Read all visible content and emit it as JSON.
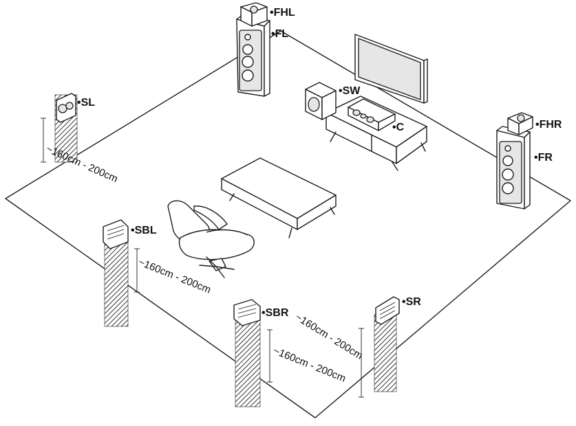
{
  "diagram": {
    "speakers": {
      "fhl": "•FHL",
      "fl": "•FL",
      "sw": "•SW",
      "c": "•C",
      "fhr": "•FHR",
      "fr": "•FR",
      "sl": "•SL",
      "sbl": "•SBL",
      "sbr": "•SBR",
      "sr": "•SR"
    },
    "heights": {
      "sl": "~160cm - 200cm",
      "sbl": "~160cm - 200cm",
      "sbr_back": "~160cm - 200cm",
      "sbr_side": "~160cm - 200cm"
    },
    "icons": [
      "tower-speaker-icon",
      "subwoofer-icon",
      "center-speaker-icon",
      "tv-icon",
      "surround-speaker-icon",
      "lounge-chair-icon",
      "coffee-table-icon",
      "tv-stand-icon"
    ],
    "colors": {
      "line": "#1a1a1a",
      "fill": "#ffffff",
      "shade": "#e6e6e6"
    }
  }
}
